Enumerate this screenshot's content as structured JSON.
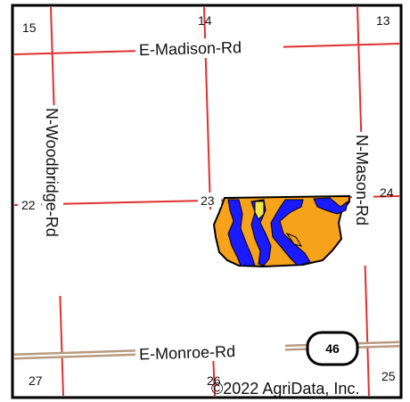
{
  "roads": {
    "madison": "E-Madison-Rd",
    "woodbridge": "N-Woodbridge-Rd",
    "mason": "N-Mason-Rd",
    "monroe": "E-Monroe-Rd"
  },
  "route_shield": "46",
  "sections": {
    "s13": "13",
    "s14": "14",
    "s15": "15",
    "s22": "22",
    "s23": "23",
    "s24": "24",
    "s25": "25",
    "s26": "26",
    "s27": "27"
  },
  "copyright": "©2022 AgriData, Inc.",
  "colors": {
    "section_line": "#e03030",
    "highway": "#b89a80",
    "field_fill": "#f7a21b",
    "water": "#1a1aff",
    "highlight": "#f5e64a",
    "frame": "#000000"
  }
}
